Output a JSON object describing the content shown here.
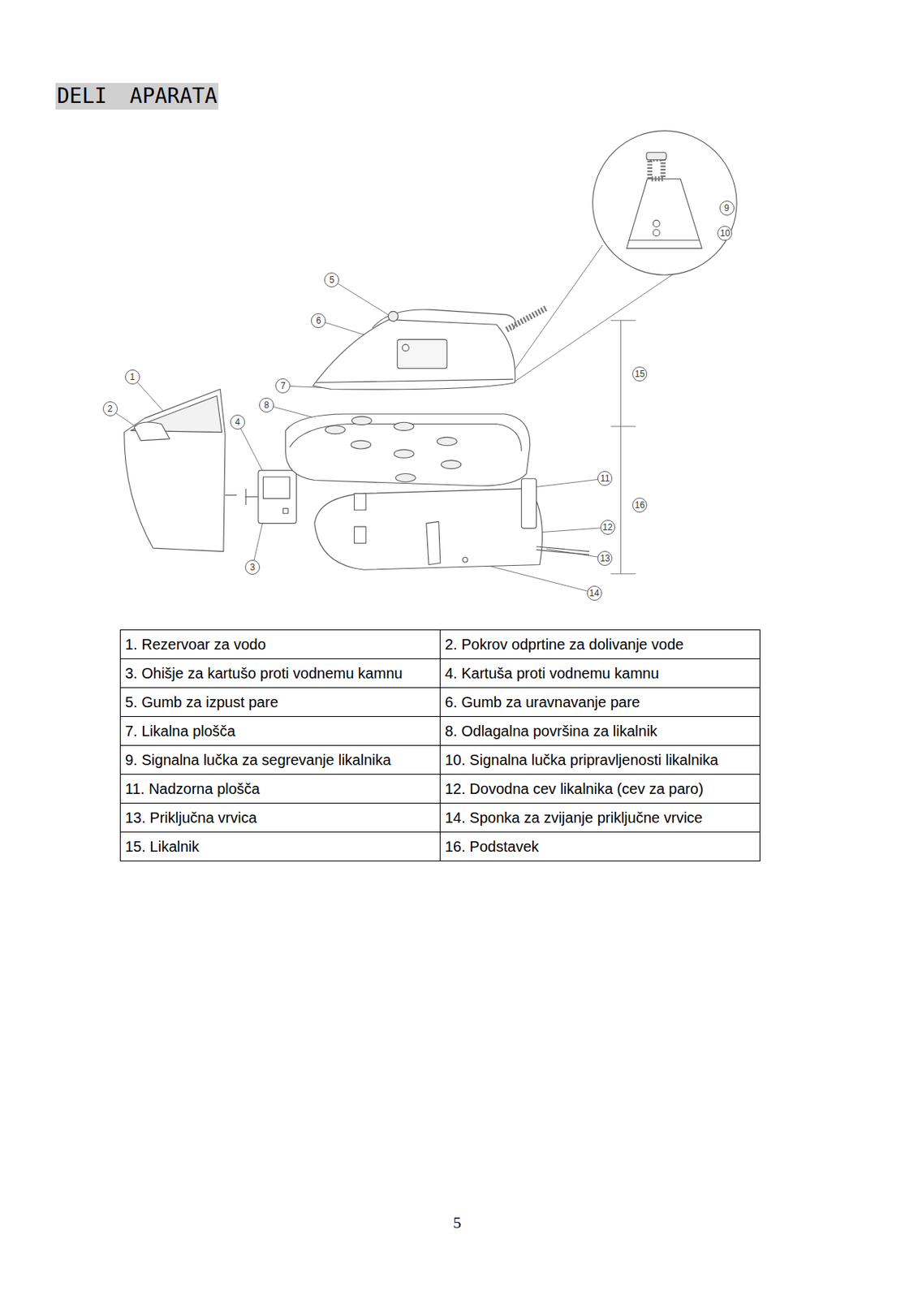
{
  "diagram": {
    "title": "DELI APARATA",
    "nodes": [
      {
        "text": [
          "9"
        ]
      },
      {
        "text": [
          "10"
        ]
      },
      {
        "text": [
          "5"
        ]
      },
      {
        "text": [
          "6"
        ]
      },
      {
        "text": [
          "15"
        ]
      },
      {
        "text": [
          "1"
        ]
      },
      {
        "text": [
          "7"
        ]
      },
      {
        "text": [
          "8"
        ]
      },
      {
        "text": [
          "2"
        ]
      },
      {
        "text": [
          "4"
        ]
      },
      {
        "text": [
          "11"
        ]
      },
      {
        "text": [
          "16"
        ]
      },
      {
        "text": [
          "12"
        ]
      },
      {
        "text": [
          "13"
        ]
      },
      {
        "text": [
          "14"
        ]
      },
      {
        "text": [
          "3"
        ]
      }
    ],
    "labels": [
      "1. Rezervoar za vodo",
      "2. Pokrov odprtine za dolivanje vode",
      "3. Ohišje za kartušo proti vodnemu kamnu",
      "4. Kartuša proti vodnemu kamnu",
      "5. Gumb za izpust pare",
      "6. Gumb za uravnavanje pare",
      "7. Likalna plošča",
      "8. Odlagalna površina za likalnik",
      "9. Signalna lučka za segrevanje likalnika",
      "10. Signalna lučka pripravljenosti likalnika",
      "11. Nadzorna plošča",
      "12. Dovodna cev likalnika (cev za paro)",
      "13. Priključna vrvica",
      "14. Sponka za zvijanje priključne vrvice",
      "15. Likalnik",
      "16. Podstavek",
      "5"
    ]
  }
}
